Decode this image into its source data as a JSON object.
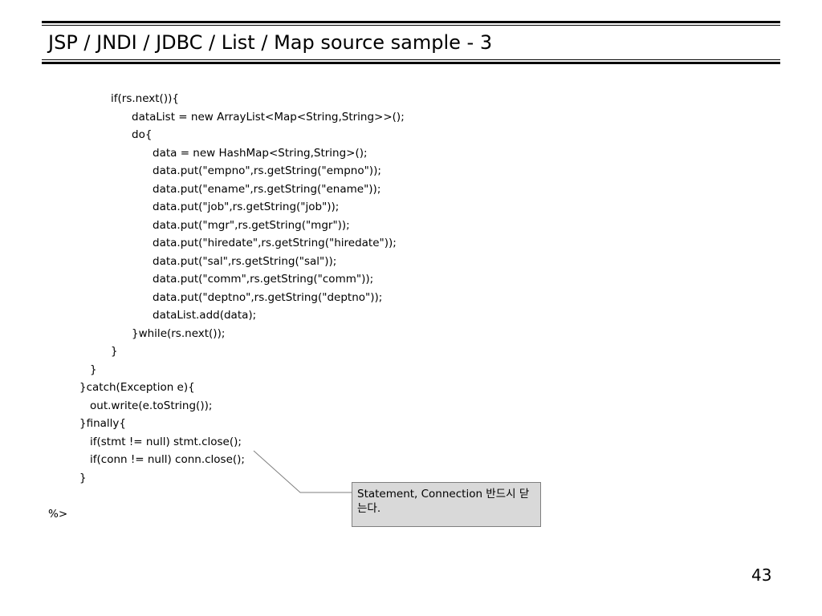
{
  "slide": {
    "title": "JSP / JNDI / JDBC / List / Map source sample - 3",
    "page_number": "43"
  },
  "code": {
    "lines": [
      "if(rs.next()){",
      "dataList = new ArrayList<Map<String,String>>();",
      "do{",
      "data = new HashMap<String,String>();",
      "data.put(\"empno\",rs.getString(\"empno\"));",
      "data.put(\"ename\",rs.getString(\"ename\"));",
      "data.put(\"job\",rs.getString(\"job\"));",
      "data.put(\"mgr\",rs.getString(\"mgr\"));",
      "data.put(\"hiredate\",rs.getString(\"hiredate\"));",
      "data.put(\"sal\",rs.getString(\"sal\"));",
      "data.put(\"comm\",rs.getString(\"comm\"));",
      "data.put(\"deptno\",rs.getString(\"deptno\"));",
      "dataList.add(data);",
      "}while(rs.next());",
      "}",
      "}",
      "}catch(Exception e){",
      "out.write(e.toString());",
      "}finally{",
      "if(stmt != null) stmt.close();",
      "if(conn != null) conn.close();",
      "}",
      "",
      "%>"
    ]
  },
  "callout": {
    "text": "Statement, Connection 반드시 닫는다."
  },
  "colors": {
    "callout_fill": "#d9d9d9",
    "callout_border": "#7f7f7f",
    "text": "#000000"
  }
}
